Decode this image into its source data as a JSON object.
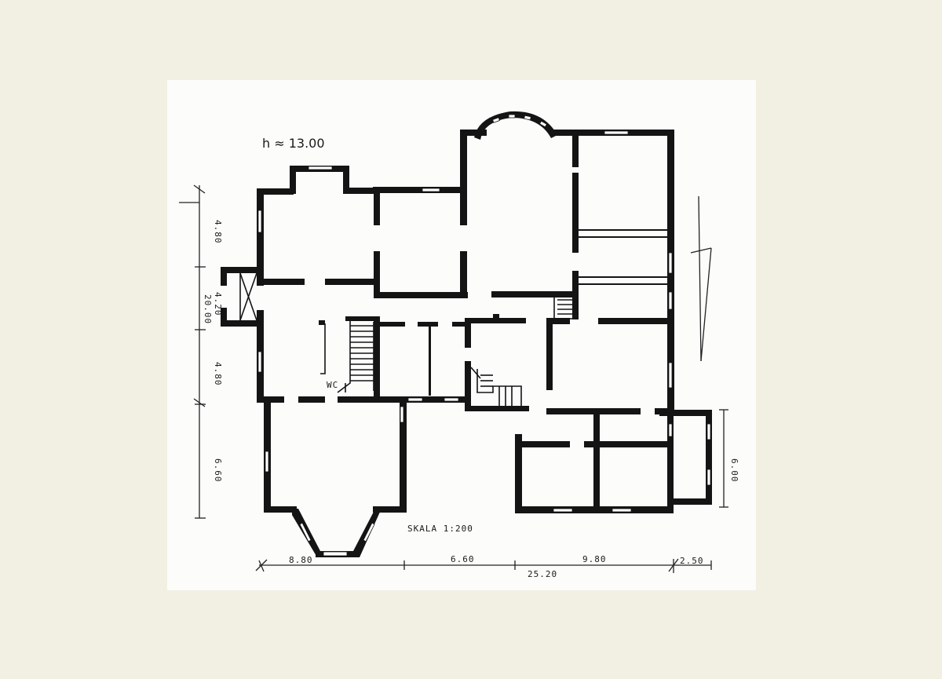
{
  "drawing": {
    "height_note": "h ≈ 13.00",
    "scale": "SKALA 1:200",
    "wc_label": "WC",
    "dim_total_height": "20.00",
    "dim_left_1": "4.80",
    "dim_left_2": "4.20",
    "dim_left_3": "4.80",
    "dim_left_4": "6.60",
    "dim_right": "6.00",
    "dim_bottom_1": "8.80",
    "dim_bottom_2": "6.60",
    "dim_bottom_3": "9.80",
    "dim_bottom_4": "2.50",
    "dim_total_width": "25.20"
  }
}
